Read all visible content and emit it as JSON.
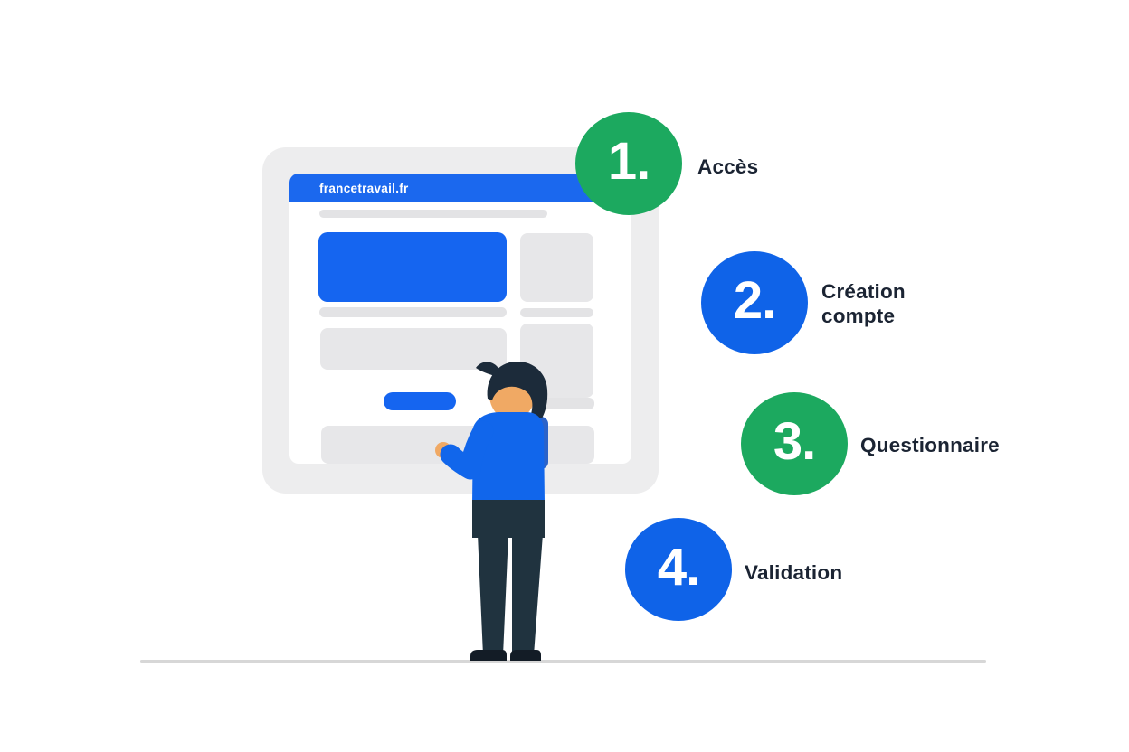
{
  "page": {
    "background": "#FFFFFF",
    "ground_line_color": "#D7D7D7"
  },
  "browser": {
    "site_label": "francetravail.fr",
    "colors": {
      "frame": "#EDEDEE",
      "window": "#FFFFFF",
      "header": "#1B68EE",
      "hero": "#1565F0",
      "pill": "#1565F0",
      "placeholder": "#E7E7E9",
      "bar": "#E3E3E5"
    }
  },
  "steps": [
    {
      "number": "1.",
      "label": "Accès",
      "color": "#1CA95F"
    },
    {
      "number": "2.",
      "label": "Création\ncompte",
      "color": "#0F63E8"
    },
    {
      "number": "3.",
      "label": "Questionnaire",
      "color": "#1CA95F"
    },
    {
      "number": "4.",
      "label": "Validation",
      "color": "#0F63E8"
    }
  ],
  "person": {
    "colors": {
      "skin": "#F0A964",
      "hair": "#1C2B3A",
      "sweater": "#1166EB",
      "sweater_shade": "#2B63C9",
      "pants": "#20333F",
      "shoes": "#131C26"
    }
  }
}
